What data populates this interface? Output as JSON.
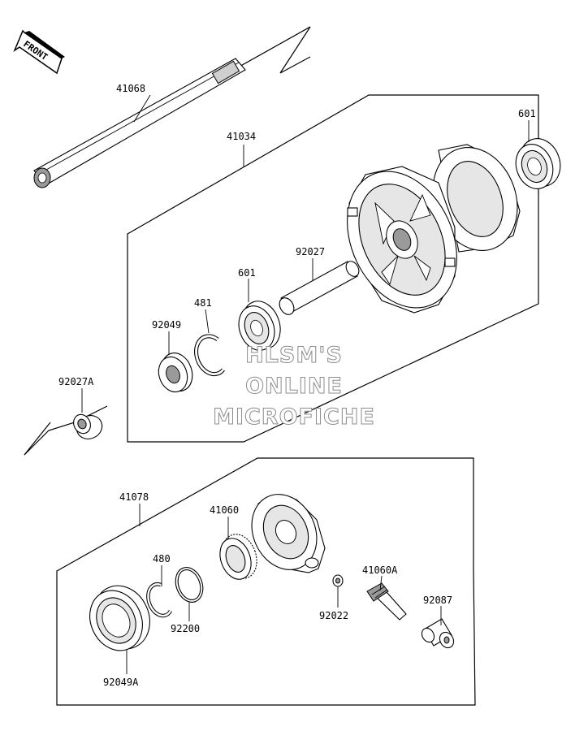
{
  "diagram": {
    "front_indicator": "FRONT",
    "watermark": [
      "HLSM'S",
      "ONLINE",
      "MICROFICHE"
    ],
    "parts": [
      {
        "id": "41068"
      },
      {
        "id": "41034"
      },
      {
        "id": "601"
      },
      {
        "id": "92027"
      },
      {
        "id": "601"
      },
      {
        "id": "481"
      },
      {
        "id": "92049"
      },
      {
        "id": "92027A"
      },
      {
        "id": "41078"
      },
      {
        "id": "41060"
      },
      {
        "id": "480"
      },
      {
        "id": "92200"
      },
      {
        "id": "92049A"
      },
      {
        "id": "92022"
      },
      {
        "id": "41060A"
      },
      {
        "id": "92087"
      }
    ]
  }
}
